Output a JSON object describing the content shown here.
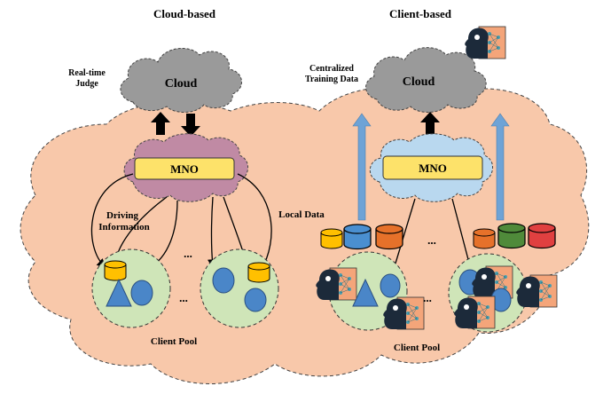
{
  "headings": {
    "cloud_based": "Cloud-based",
    "client_based": "Client-based"
  },
  "cloud_based_panel": {
    "cloud_label": "Cloud",
    "real_time_line1": "Real-time",
    "real_time_line2": "Judge",
    "mno_label": "MNO",
    "driving_line1": "Driving",
    "driving_line2": "Information",
    "ellipsis": "...",
    "client_pool": "Client Pool"
  },
  "client_based_panel": {
    "cloud_label": "Cloud",
    "centralized_line1": "Centralized",
    "centralized_line2": "Training Data",
    "mno_label": "MNO",
    "local_data": "Local Data",
    "ellipsis": "...",
    "client_pool": "Client Pool"
  },
  "colors": {
    "background_blob": "#f8c8aa",
    "cloud_gray": "#9a9a9a",
    "mno_cloud_left": "#c08aa4",
    "mno_cloud_right": "#b9d8ef",
    "mno_box": "#fde26a",
    "client_pool": "#cfe5b8",
    "client_device": "#4a86c8",
    "arrow_blue": "#6ea3d6",
    "db_yellow": "#ffc000",
    "db_blue": "#4a8fd0",
    "db_orange": "#e6712a",
    "db_green": "#4f8a3a",
    "db_red": "#e04040"
  },
  "icons": [
    "head-lightbulb-icon",
    "neural-network-icon",
    "database-icon"
  ]
}
